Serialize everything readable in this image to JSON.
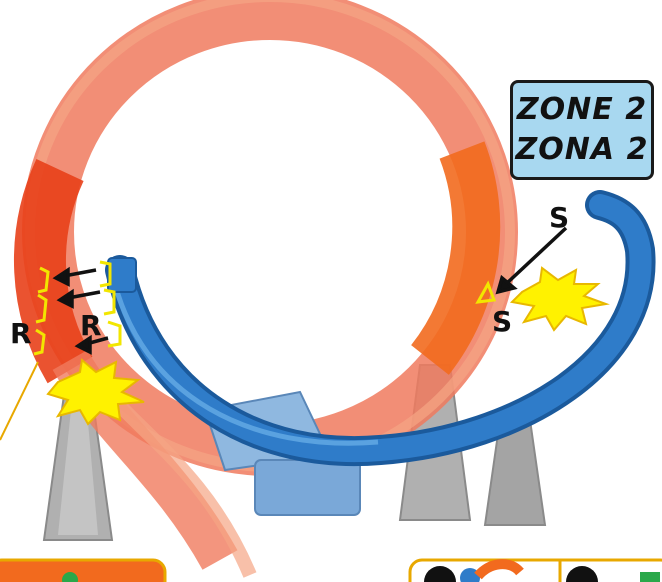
{
  "zone_badge": {
    "line1": "ZONE 2",
    "line2": "ZONA 2"
  },
  "labels": {
    "r_outer": "R",
    "r_inner": "R",
    "s_top": "S",
    "s_lower": "S"
  },
  "colors": {
    "loop_track": "#f07a5e",
    "loop_highlight": "#f5a585",
    "loop_dark_section": "#e8401a",
    "blue_track": "#2f7cc9",
    "blue_track_edge": "#1b5a9c",
    "supports": "#a8a8a8",
    "connector_outline": "#f2e600",
    "impact_burst": "#fff200",
    "zone_badge_bg": "#a8d8f0"
  }
}
